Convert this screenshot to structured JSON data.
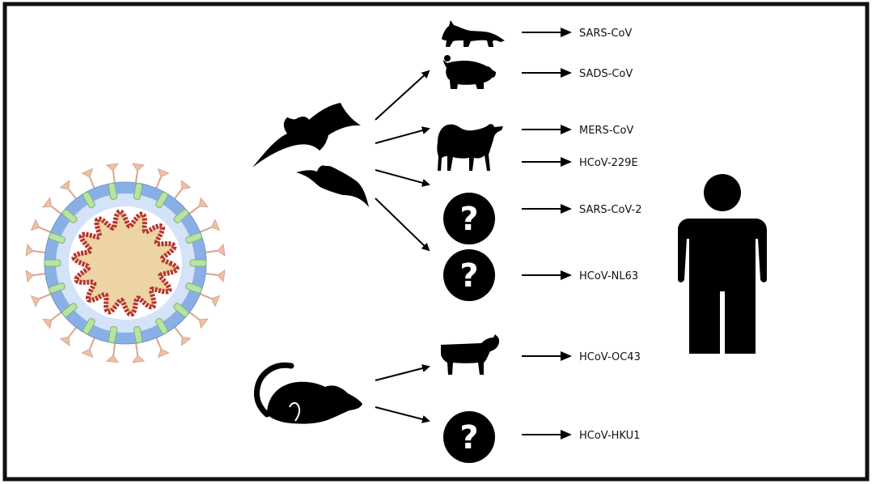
{
  "colors": {
    "frame": "#111111",
    "silhouette": "#000000",
    "envelope_outer": "#8aafe6",
    "envelope_inner": "#d4e3f8",
    "spike": "#efbfa8",
    "membrane_protein": "#b9e3a2",
    "rna": "#b8332c",
    "core": "#ecd4a5"
  },
  "icons": {
    "virus": "coronavirus-particle-icon",
    "bat_large": "bat-icon",
    "bat_small": "bat-icon",
    "rodent": "rat-icon",
    "civet": "civet-icon",
    "pig": "pig-icon",
    "camel": "camel-icon",
    "unknown": "question-mark-icon",
    "cattle": "cow-icon",
    "human": "human-icon"
  },
  "intermediate_hosts": [
    {
      "icon": "civet-icon",
      "virus": "SARS-CoV"
    },
    {
      "icon": "pig-icon",
      "virus": "SADS-CoV"
    },
    {
      "icon": "camel-icon",
      "virus": "MERS-CoV"
    },
    {
      "icon": "camel-icon",
      "virus": "HCoV-229E"
    },
    {
      "icon": "question-mark-icon",
      "virus": "SARS-CoV-2"
    },
    {
      "icon": "question-mark-icon",
      "virus": "HCoV-NL63"
    },
    {
      "icon": "cow-icon",
      "virus": "HCoV-OC43"
    },
    {
      "icon": "question-mark-icon",
      "virus": "HCoV-HKU1"
    }
  ],
  "unknown_host_text": "?"
}
